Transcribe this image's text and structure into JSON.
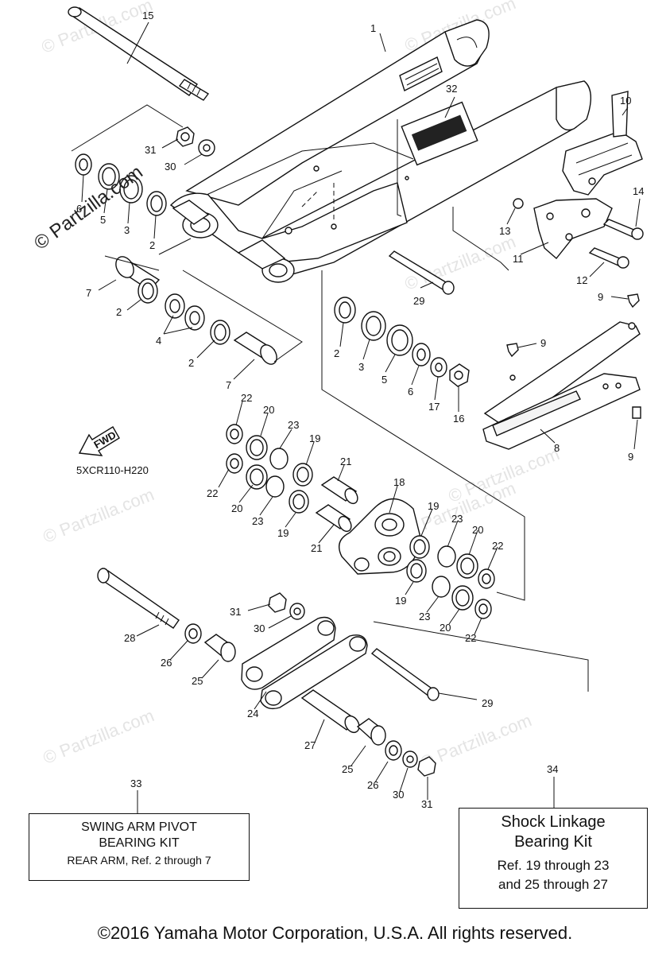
{
  "watermark": "© Partzilla.com",
  "diagram_code": "5XCR110-H220",
  "fwd_label": "FWD",
  "callouts": [
    "1",
    "2",
    "3",
    "4",
    "5",
    "6",
    "7",
    "8",
    "9",
    "10",
    "11",
    "12",
    "13",
    "14",
    "15",
    "16",
    "17",
    "18",
    "19",
    "20",
    "21",
    "22",
    "23",
    "24",
    "25",
    "26",
    "27",
    "28",
    "29",
    "30",
    "31",
    "32",
    "33",
    "34"
  ],
  "kits": {
    "swing_arm": {
      "ref": "33",
      "line1": "SWING ARM PIVOT",
      "line2": "BEARING KIT",
      "line3": "REAR ARM, Ref. 2 through 7"
    },
    "shock_linkage": {
      "ref": "34",
      "line1": "Shock Linkage",
      "line2": "Bearing Kit",
      "line3": "Ref. 19 through 23",
      "line4": "and 25 through 27"
    }
  },
  "copyright": "©2016 Yamaha Motor Corporation, U.S.A. All rights reserved."
}
